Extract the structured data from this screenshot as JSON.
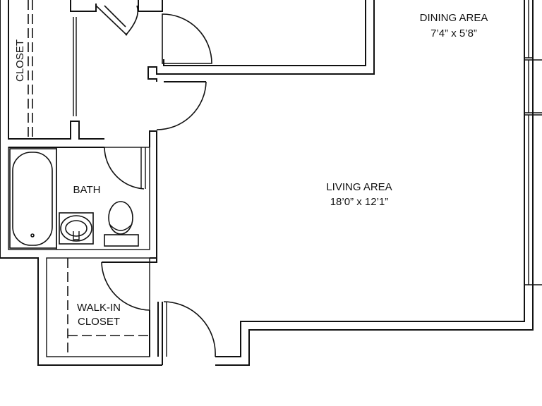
{
  "rooms": {
    "dining": {
      "name": "DINING AREA",
      "size": "7’4” x 5’8”"
    },
    "living": {
      "name": "LIVING AREA",
      "size": "18’0” x 12’1”"
    },
    "bath": {
      "name": "BATH"
    },
    "closet": {
      "name": "CLOSET"
    },
    "walkin": {
      "line1": "WALK-IN",
      "line2": "CLOSET"
    }
  }
}
